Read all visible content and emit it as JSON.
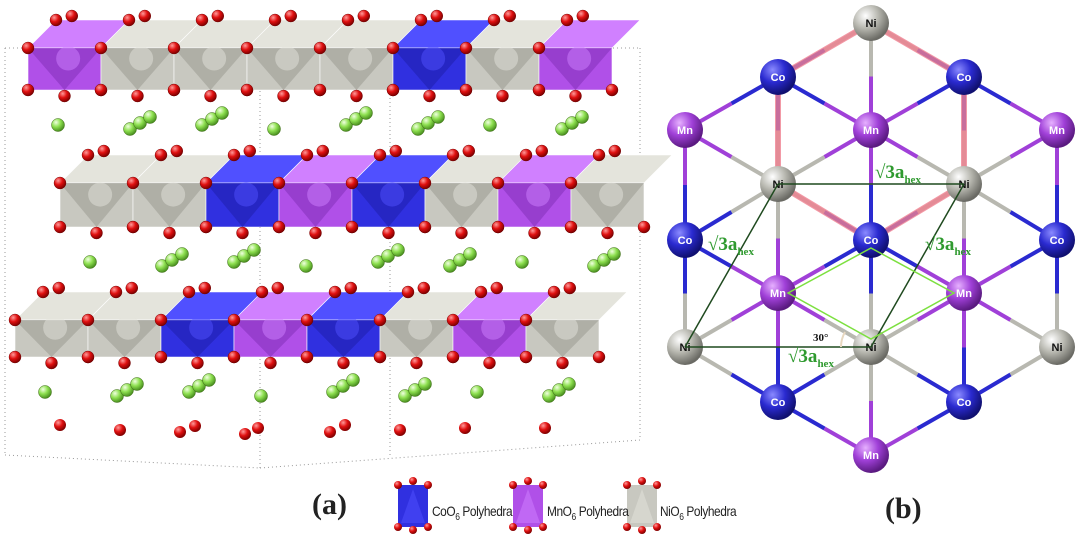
{
  "panels": {
    "a": "(a)",
    "b": "(b)"
  },
  "colors": {
    "Co": "#2a2ad0",
    "Mn": "#a040d8",
    "Ni": "#b8b8b0",
    "O": "#e01010",
    "Li": "#8ee050",
    "cell_line": "#1f4a1f",
    "green_line": "#7de040",
    "red_bond": "#f08090",
    "label_green": "#2f9a2f"
  },
  "panel_a": {
    "layers": [
      [
        "Mn",
        "Ni",
        "Ni",
        "Ni",
        "Ni",
        "Co",
        "Ni",
        "Mn"
      ],
      [
        "Ni",
        "Ni",
        "Co",
        "Mn",
        "Co",
        "Ni",
        "Mn",
        "Ni"
      ],
      [
        "Ni",
        "Ni",
        "Co",
        "Mn",
        "Co",
        "Ni",
        "Mn",
        "Ni"
      ]
    ]
  },
  "panel_b": {
    "rows": [
      [
        "Ni"
      ],
      [
        "Co",
        "Co"
      ],
      [
        "Mn",
        "Mn",
        "Mn"
      ],
      [
        "Ni",
        "Ni"
      ],
      [
        "Co",
        "Co",
        "Co"
      ],
      [
        "Mn",
        "Mn"
      ],
      [
        "Ni",
        "Ni",
        "Ni"
      ],
      [
        "Co",
        "Co"
      ],
      [
        "Mn"
      ]
    ],
    "lattice_label_main": "√3a",
    "lattice_label_sub": "hex",
    "angle_label": "30°"
  },
  "legend": [
    {
      "element": "Co",
      "prefix": "CoO",
      "sub": "6",
      "suffix": " Polyhedra"
    },
    {
      "element": "Mn",
      "prefix": "MnO",
      "sub": "6",
      "suffix": " Polyhedra"
    },
    {
      "element": "Ni",
      "prefix": "NiO",
      "sub": "6",
      "suffix": " Polyhedra"
    }
  ]
}
